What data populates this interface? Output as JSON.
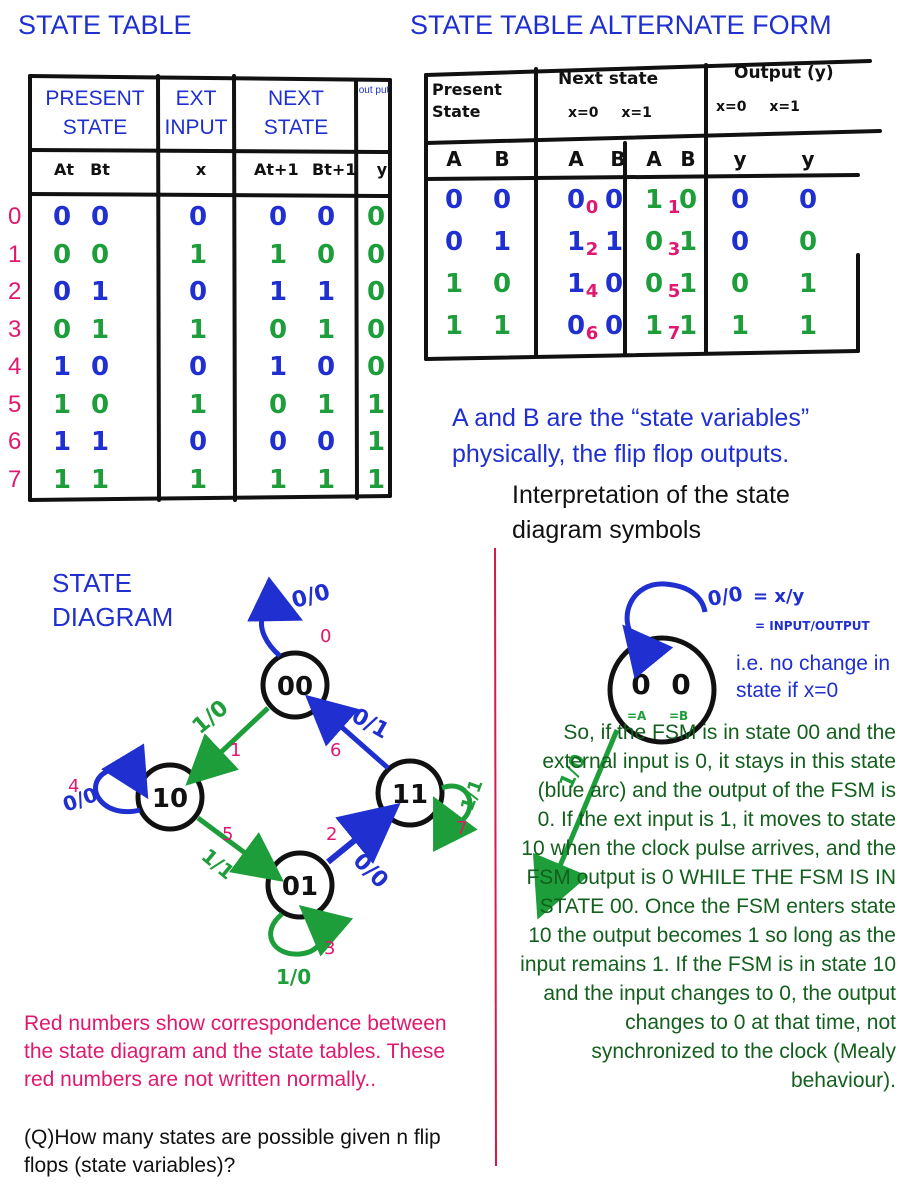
{
  "headings": {
    "state_table": "STATE TABLE",
    "alt_form": "STATE TABLE ALTERNATE FORM",
    "state_diagram": "STATE DIAGRAM",
    "interpretation": "Interpretation of the state diagram symbols"
  },
  "table1": {
    "headers": {
      "present": "PRESENT STATE",
      "ext": "EXT INPUT",
      "next": "NEXT STATE",
      "out": "out put"
    },
    "subheaders": [
      "At",
      "Bt",
      "x",
      "At+1",
      "Bt+1",
      "y"
    ],
    "row_numbers": [
      "0",
      "1",
      "2",
      "3",
      "4",
      "5",
      "6",
      "7"
    ],
    "rows": [
      [
        "0",
        "0",
        "0",
        "0",
        "0",
        "0"
      ],
      [
        "0",
        "0",
        "1",
        "1",
        "0",
        "0"
      ],
      [
        "0",
        "1",
        "0",
        "1",
        "1",
        "0"
      ],
      [
        "0",
        "1",
        "1",
        "0",
        "1",
        "0"
      ],
      [
        "1",
        "0",
        "0",
        "1",
        "0",
        "0"
      ],
      [
        "1",
        "0",
        "1",
        "0",
        "1",
        "1"
      ],
      [
        "1",
        "1",
        "0",
        "0",
        "0",
        "1"
      ],
      [
        "1",
        "1",
        "1",
        "1",
        "1",
        "1"
      ]
    ]
  },
  "table2": {
    "headers": {
      "present": "Present State",
      "next": "Next state",
      "next_cond": "x=0 x=1",
      "output": "Output (y)",
      "output_cond": "x=0 x=1"
    },
    "subheaders": [
      "A",
      "B",
      "A",
      "B",
      "A",
      "B",
      "y",
      "y"
    ],
    "rows": [
      {
        "present": [
          "0",
          "0"
        ],
        "next0": [
          "0",
          "0"
        ],
        "idx0": "0",
        "next1": [
          "1",
          "0"
        ],
        "idx1": "1",
        "y": [
          "0",
          "0"
        ]
      },
      {
        "present": [
          "0",
          "1"
        ],
        "next0": [
          "1",
          "1"
        ],
        "idx0": "2",
        "next1": [
          "0",
          "1"
        ],
        "idx1": "3",
        "y": [
          "0",
          "0"
        ]
      },
      {
        "present": [
          "1",
          "0"
        ],
        "next0": [
          "1",
          "0"
        ],
        "idx0": "4",
        "next1": [
          "0",
          "1"
        ],
        "idx1": "5",
        "y": [
          "0",
          "1"
        ]
      },
      {
        "present": [
          "1",
          "1"
        ],
        "next0": [
          "0",
          "0"
        ],
        "idx0": "6",
        "next1": [
          "1",
          "1"
        ],
        "idx1": "7",
        "y": [
          "1",
          "1"
        ]
      }
    ]
  },
  "note_state_vars": "A and B are the “state variables” physically, the flip flop outputs.",
  "diagram": {
    "states": [
      "00",
      "10",
      "11",
      "01"
    ],
    "labels": {
      "s00_loop": "0/0",
      "s00_loop_num": "0",
      "t00_10": "1/0",
      "t00_10_num": "1",
      "s10_loop": "0/0",
      "s10_loop_num": "4",
      "t11_00": "0/1",
      "t11_00_num": "6",
      "s11_loop": "1/1",
      "s11_loop_num": "7",
      "t10_01": "1/1",
      "t10_01_num": "5",
      "t01_11": "0/0",
      "t01_11_num": "2",
      "s01_loop": "1/0",
      "s01_loop_num": "3"
    }
  },
  "legend": {
    "loop_label": "0/0",
    "eq1": "= x/y",
    "eq2": "= INPUT/OUTPUT",
    "state_digits": [
      "0",
      "0"
    ],
    "state_vars": [
      "=A",
      "=B"
    ],
    "arrow_label": "1/0",
    "no_change": "i.e. no change in state if x=0",
    "explanation": "So, if the FSM is in state 00 and the external input is 0, it stays in this state (blue arc) and the output of the FSM is 0. If the ext input is 1, it moves to state 10 when the clock pulse arrives, and the FSM output is 0 WHILE THE FSM IS IN STATE 00. Once the FSM enters state 10 the output becomes 1 so long as the input remains 1. If the FSM is in state 10 and the input changes to 0, the output changes to 0 at that time, not synchronized to the clock (Mealy behaviour)."
  },
  "red_note": "Red numbers show correspondence between the state diagram and the state tables. These red numbers are not written normally..",
  "question": "(Q)How many states are possible given n flip flops (state variables)?",
  "colors": {
    "blue": "#1f2fd0",
    "green": "#1e9e3a",
    "pink": "#e0186e",
    "dark_green": "#135f1d"
  }
}
